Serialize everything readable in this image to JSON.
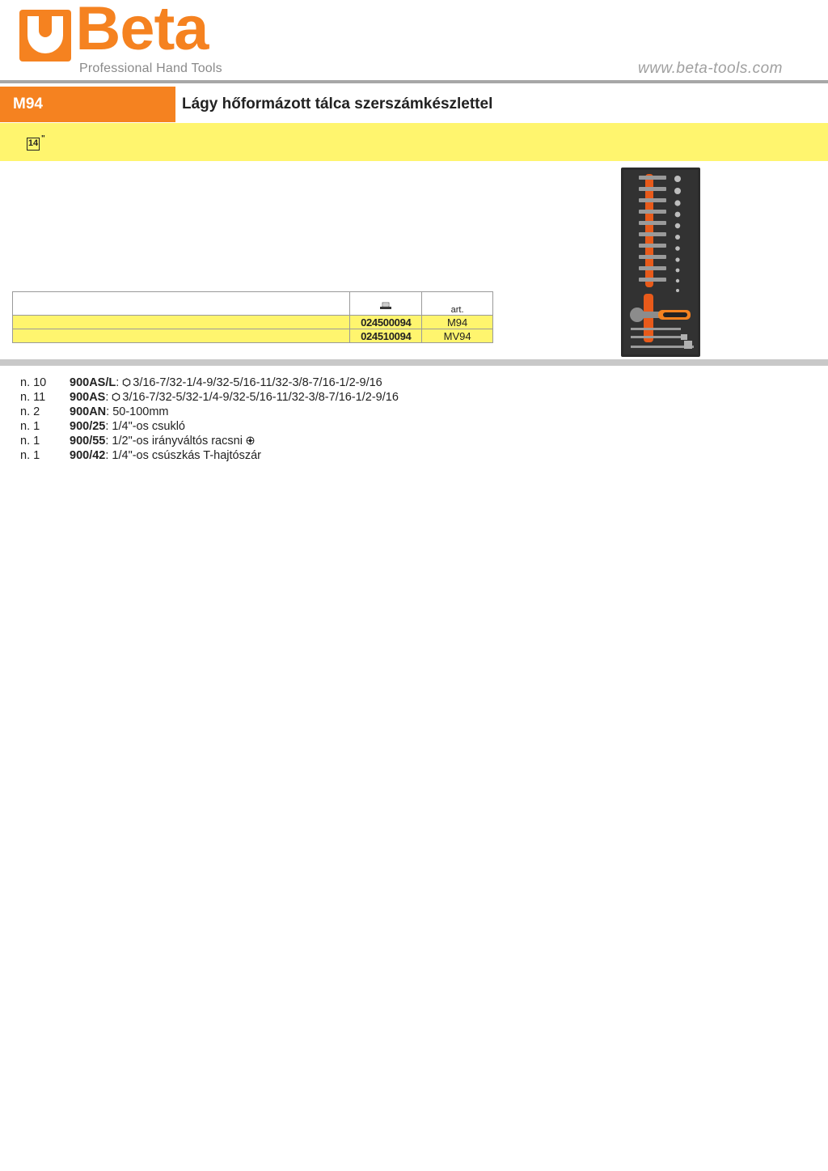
{
  "header": {
    "brand": "Beta",
    "tagline": "Professional Hand Tools",
    "website": "www.beta-tools.com",
    "brand_color": "#f58220"
  },
  "title_bar": {
    "code": "M94",
    "title": "Lágy hőformázott tálca szerszámkészlettel",
    "drive_size": "14",
    "drive_unit": "\""
  },
  "article_table": {
    "headers": {
      "code_icon": "barcode-icon",
      "art": "art."
    },
    "rows": [
      {
        "code": "024500094",
        "art": "M94"
      },
      {
        "code": "024510094",
        "art": "MV94"
      }
    ]
  },
  "contents": [
    {
      "qty": "n. 10",
      "ref": "900AS/L",
      "icon": "hex-socket-icon",
      "text": "3/16-7/32-1/4-9/32-5/16-11/32-3/8-7/16-1/2-9/16"
    },
    {
      "qty": "n. 11",
      "ref": "900AS",
      "icon": "hex-socket-icon",
      "text": "3/16-7/32-5/32-1/4-9/32-5/16-11/32-3/8-7/16-1/2-9/16"
    },
    {
      "qty": "n. 2",
      "ref": "900AN",
      "icon": "",
      "text": "50-100mm"
    },
    {
      "qty": "n. 1",
      "ref": "900/25",
      "icon": "",
      "text": "1/4\"-os csukló"
    },
    {
      "qty": "n. 1",
      "ref": "900/55",
      "icon": "",
      "text": "1/2\"-os irányváltós racsni",
      "trailing_icon": "ratchet-icon"
    },
    {
      "qty": "n. 1",
      "ref": "900/42",
      "icon": "",
      "text": "1/4\"-os csúszkás T-hajtószár"
    }
  ],
  "colors": {
    "orange": "#f58220",
    "yellow": "#fff56e",
    "rule_gray": "#a7a7a7",
    "tray": "#2b2b2b"
  }
}
